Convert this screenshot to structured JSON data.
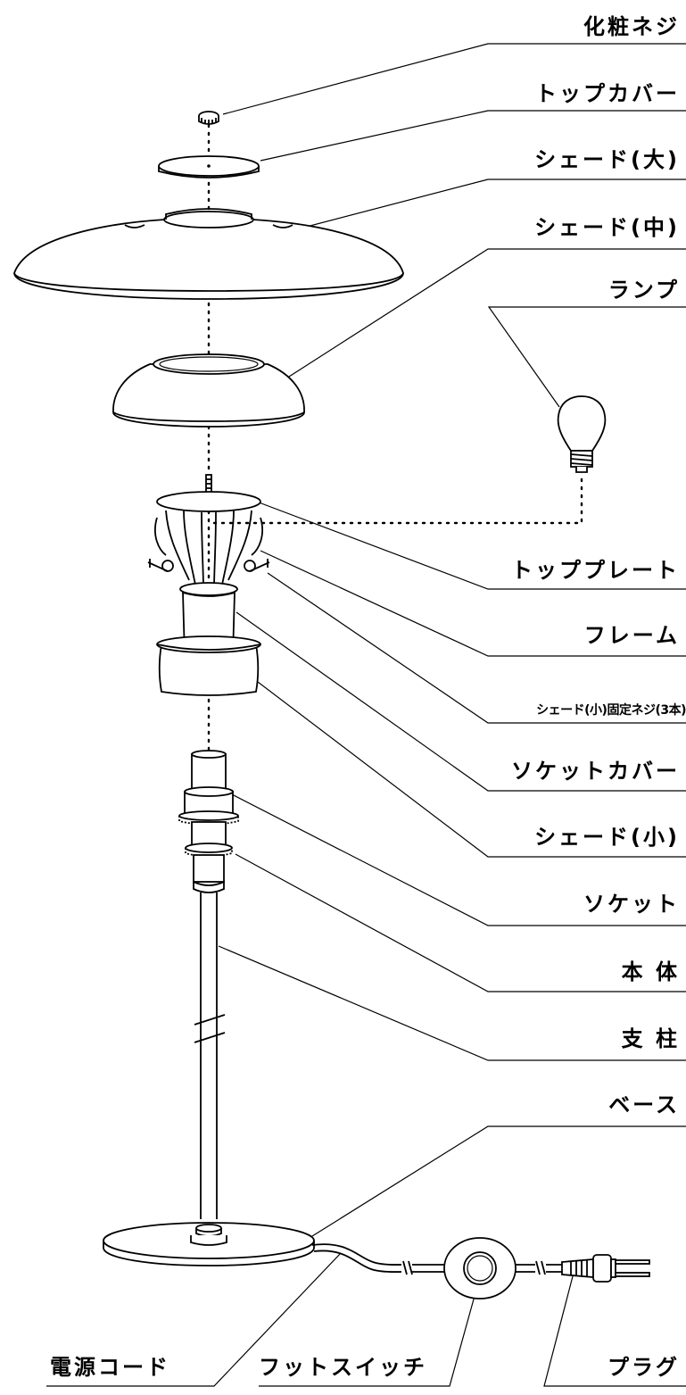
{
  "labels": {
    "decorative_screw": "化粧ネジ",
    "top_cover": "トップカバー",
    "shade_large": "シェード(大)",
    "shade_medium": "シェード(中)",
    "lamp": "ランプ",
    "top_plate": "トッププレート",
    "frame": "フレーム",
    "shade_small_screw": "シェード(小)固定ネジ(3本)",
    "socket_cover": "ソケットカバー",
    "shade_small": "シェード(小)",
    "socket": "ソケット",
    "body": "本 体",
    "pillar": "支 柱",
    "base": "ベース",
    "power_cord": "電源コード",
    "foot_switch": "フットスイッチ",
    "plug": "プラグ"
  }
}
